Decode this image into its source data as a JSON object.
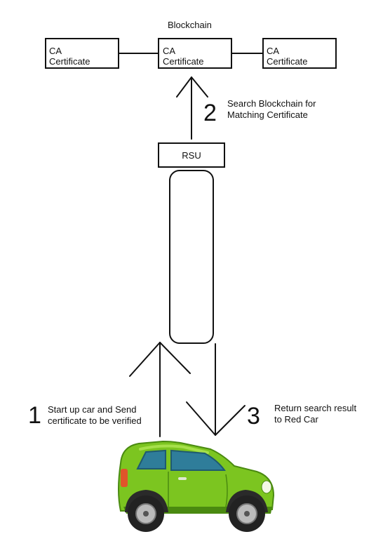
{
  "blockchain": {
    "title": "Blockchain",
    "certificates": [
      {
        "line1": "CA",
        "line2": "Certificate"
      },
      {
        "line1": "CA",
        "line2": "Certificate"
      },
      {
        "line1": "CA",
        "line2": "Certificate"
      }
    ]
  },
  "rsu": {
    "label": "RSU"
  },
  "steps": [
    {
      "number": "1",
      "text": "Start up car and Send\ncertificate to be verified"
    },
    {
      "number": "2",
      "text": "Search Blockchain for\nMatching Certificate"
    },
    {
      "number": "3",
      "text": "Return search result\nto Red Car"
    }
  ],
  "colors": {
    "line": "#111111",
    "car_body": "#7cc520",
    "car_dark": "#4a8a10",
    "window": "#2f7d9a",
    "tire": "#222222",
    "rim": "#bbbbbb",
    "taillight": "#e0552a"
  }
}
